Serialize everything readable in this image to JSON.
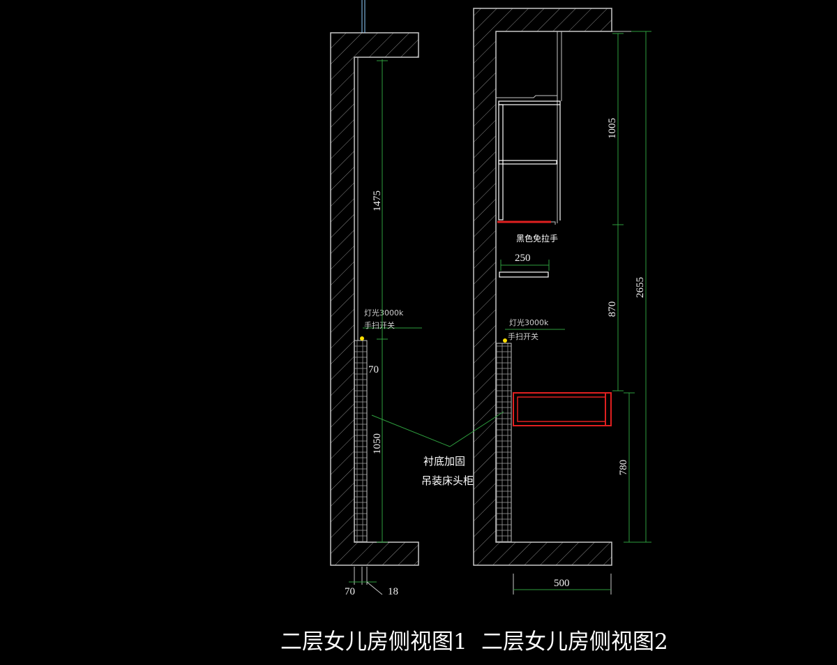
{
  "colors": {
    "background": "#000000",
    "wall": "#c8c8c8",
    "hatch": "#8a8a8a",
    "dimension": "#2e9e3e",
    "red_element": "#e02020",
    "marker": "#ffe000",
    "text": "#ffffff"
  },
  "view1": {
    "dims": {
      "d1475": "1475",
      "d70_top": "70",
      "d1050": "1050",
      "d70_bottom": "70",
      "d18": "18"
    },
    "light_label_1": "灯光3000k",
    "light_label_2": "手扫开关"
  },
  "view2": {
    "dims": {
      "d1005": "1005",
      "d870": "870",
      "d2655": "2655",
      "d780": "780",
      "d500": "500",
      "d250": "250"
    },
    "handle_label": "黑色免拉手",
    "light_label_1": "灯光3000k",
    "light_label_2": "手扫开关"
  },
  "callout": {
    "line1": "衬底加固",
    "line2": "吊装床头柜"
  },
  "captions": {
    "view1": "二层女儿房侧视图1",
    "view2": "二层女儿房侧视图2"
  }
}
